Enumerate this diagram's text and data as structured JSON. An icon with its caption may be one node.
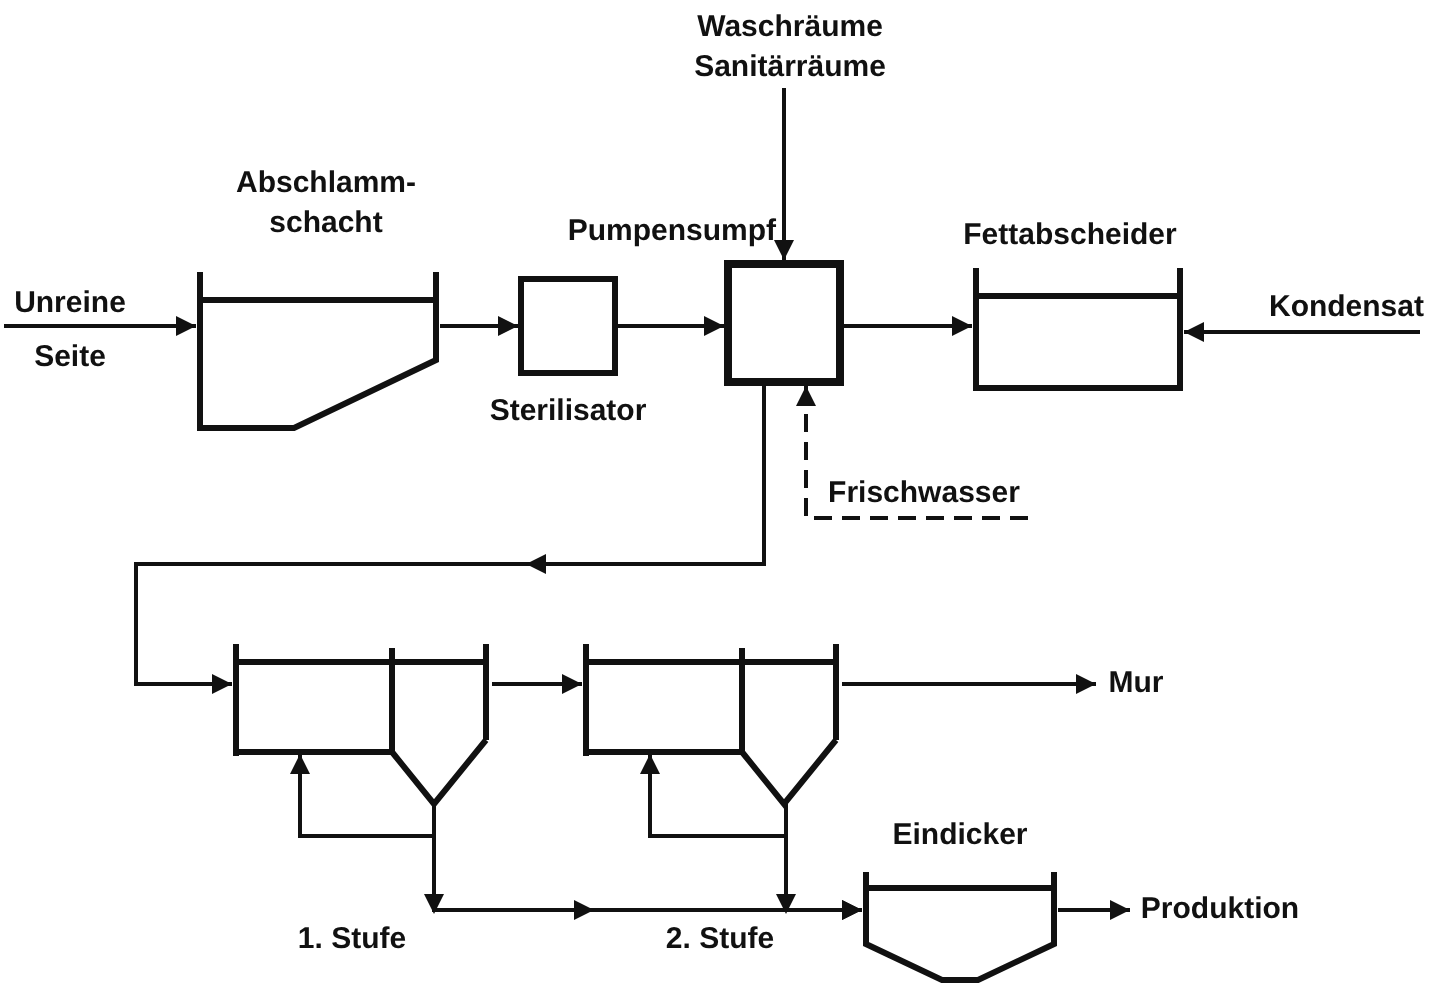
{
  "diagram": {
    "nodes": [
      {
        "text": [
          "Unreine Seite"
        ]
      },
      {
        "text": [
          "Abschlamm- schacht"
        ]
      },
      {
        "text": [
          "Sterilisator"
        ]
      },
      {
        "text": [
          "Pumpensumpf"
        ]
      },
      {
        "text": [
          "Fettabscheider"
        ]
      },
      {
        "text": [
          "Waschräume Sanitärräume"
        ]
      },
      {
        "text": [
          "Kondensat"
        ]
      },
      {
        "text": [
          "Frischwasser"
        ]
      },
      {
        "text": [],
        "shape": "tank"
      },
      {
        "text": [],
        "shape": "tank"
      },
      {
        "text": [
          "Mur"
        ]
      },
      {
        "text": [
          "Eindicker"
        ]
      },
      {
        "text": [
          "Produktion"
        ]
      }
    ],
    "edges": [
      {
        "from": 0,
        "to": 1,
        "arrow": "to"
      },
      {
        "from": 1,
        "to": 2,
        "arrow": "to"
      },
      {
        "from": 2,
        "to": 3,
        "arrow": "to"
      },
      {
        "from": 3,
        "to": 4,
        "arrow": "to"
      },
      {
        "from": 5,
        "to": 3,
        "arrow": "to"
      },
      {
        "from": 6,
        "to": 4,
        "arrow": "to"
      },
      {
        "from": 7,
        "to": 3,
        "arrow": "to",
        "style": "dashed"
      },
      {
        "from": 3,
        "to": 8,
        "arrow": "to"
      },
      {
        "from": 8,
        "to": 9,
        "arrow": "to"
      },
      {
        "from": 9,
        "to": 10,
        "arrow": "to"
      },
      {
        "from": 8,
        "to": 8,
        "arrow": "to"
      },
      {
        "from": 8,
        "to": 11,
        "arrow": "to"
      },
      {
        "from": 9,
        "to": 9,
        "arrow": "to"
      },
      {
        "from": 9,
        "to": 11,
        "arrow": "to"
      },
      {
        "from": 11,
        "to": 12,
        "arrow": "to"
      }
    ],
    "labels": [
      "1. Stufe",
      "2. Stufe"
    ]
  }
}
